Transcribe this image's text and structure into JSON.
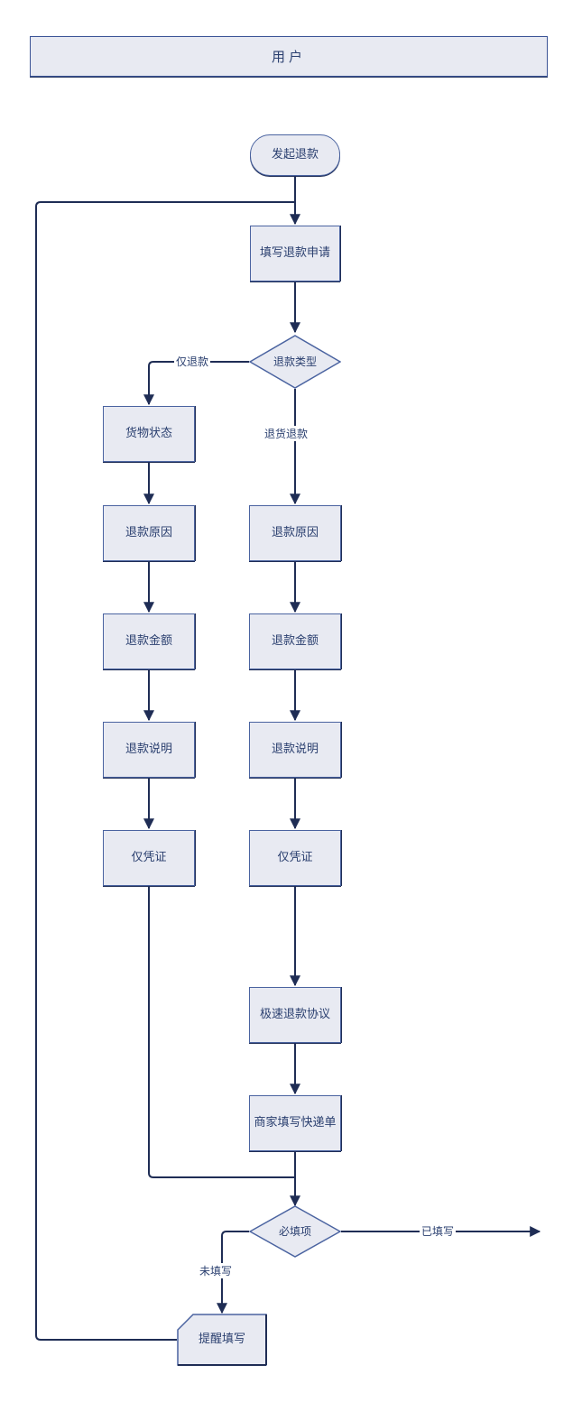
{
  "diagram": {
    "title": "用户",
    "lane": {
      "label": "用户"
    },
    "nodes": [
      {
        "id": "start",
        "label": "发起退款",
        "shape": "start"
      },
      {
        "id": "apply",
        "label": "填写退款申请",
        "shape": "process"
      },
      {
        "id": "type",
        "label": "退款类型",
        "shape": "decision"
      },
      {
        "id": "goods_state",
        "label": "货物状态",
        "shape": "process"
      },
      {
        "id": "reason_l",
        "label": "退款原因",
        "shape": "process"
      },
      {
        "id": "amount_l",
        "label": "退款金额",
        "shape": "process"
      },
      {
        "id": "desc_l",
        "label": "退款说明",
        "shape": "process"
      },
      {
        "id": "proof_l",
        "label": "仅凭证",
        "shape": "process"
      },
      {
        "id": "reason_r",
        "label": "退款原因",
        "shape": "process"
      },
      {
        "id": "amount_r",
        "label": "退款金额",
        "shape": "process"
      },
      {
        "id": "desc_r",
        "label": "退款说明",
        "shape": "process"
      },
      {
        "id": "proof_r",
        "label": "仅凭证",
        "shape": "process"
      },
      {
        "id": "agreement",
        "label": "极速退款协议",
        "shape": "process"
      },
      {
        "id": "express",
        "label": "商家填写快递单",
        "shape": "process"
      },
      {
        "id": "required",
        "label": "必填项",
        "shape": "decision"
      },
      {
        "id": "remind",
        "label": "提醒填写",
        "shape": "card"
      }
    ],
    "edge_labels": [
      {
        "id": "only_refund",
        "label": "仅退款"
      },
      {
        "id": "return_refund",
        "label": "退货退款"
      },
      {
        "id": "filled",
        "label": "已填写"
      },
      {
        "id": "not_filled",
        "label": "未填写"
      }
    ],
    "colors": {
      "node_fill": "#e8eaf2",
      "node_border": "#4a63a0",
      "node_shadow": "#1f2d55",
      "text": "#2a3f6f",
      "edge": "#1f2d55",
      "lane_border": "#3b5496"
    }
  }
}
